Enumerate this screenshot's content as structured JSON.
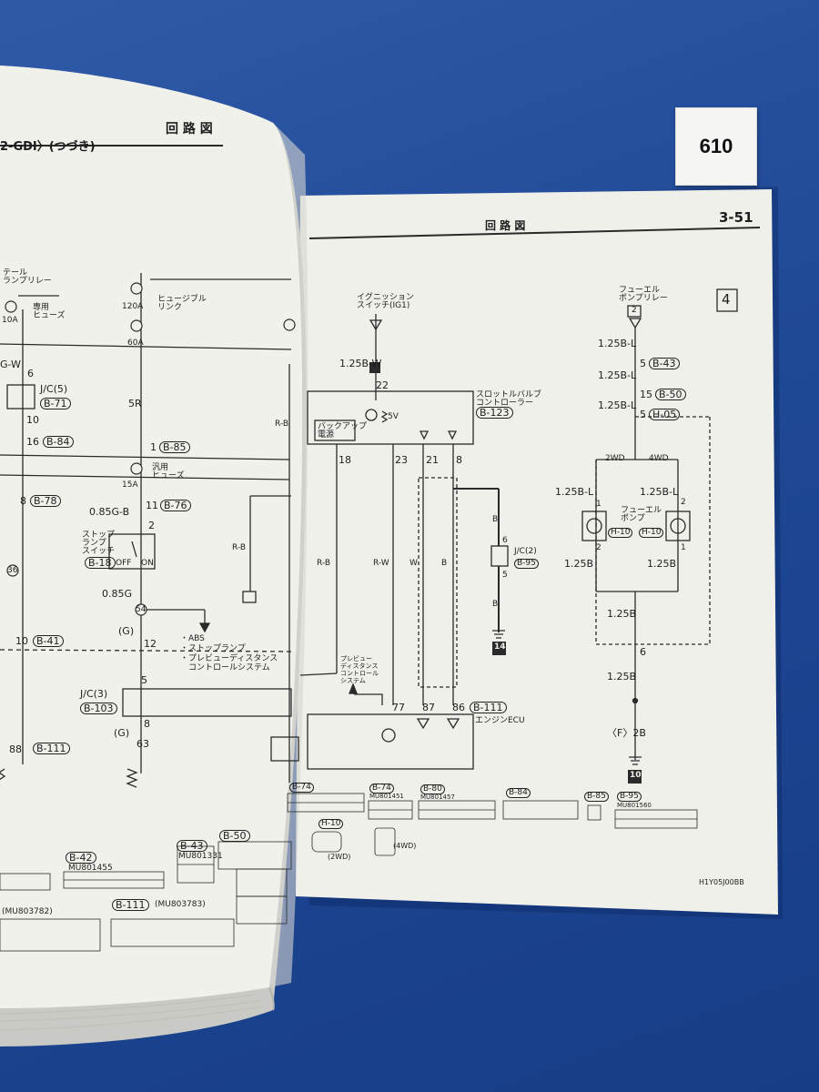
{
  "sticker": {
    "number": "610"
  },
  "left_page": {
    "header_title": "回 路 図",
    "header_sub": "2-GDI〉(つづき)",
    "labels": {
      "tail_relay": "テール\nランプリレー",
      "fuse_dedicated": "専用\nヒューズ",
      "fusible_link": "ヒュージブル\nリンク",
      "general_fuse": "汎用\nヒューズ",
      "stop_switch": "ストップ\nランプ\nスイッチ",
      "amp_120": "120A",
      "amp_60": "60A",
      "amp_15": "15A",
      "amp_10": "10A",
      "wire_5r": "5R",
      "wire_085gb": "0.85G-B",
      "wire_085g": "0.85G",
      "wire_g": "(G)",
      "wire_rb": "R-B",
      "wire_gw": "G-W",
      "jc5": "J/C(5)",
      "jc3": "J/C(3)",
      "b71": "B-71",
      "b84": "B-84",
      "b85": "B-85",
      "b78": "B-78",
      "b76": "B-76",
      "b18": "B-18",
      "b41": "B-41",
      "b103": "B-103",
      "b111": "B-111",
      "b42": "B-42",
      "b43": "B-43",
      "b50": "B-50",
      "mu1": "MU801455",
      "mu2": "MU801331",
      "mu3": "(MU803782)",
      "mu4": "(MU803783)",
      "abs": "・ABS\n・ストップランプ\n・プレビューディスタンス\n　コントロールシステム",
      "off": "OFF",
      "on": "ON",
      "n6": "6",
      "n10": "10",
      "n16": "16",
      "n1": "1",
      "n8": "8",
      "n11": "11",
      "n2": "2",
      "n12": "12",
      "n5": "5",
      "n63": "63",
      "n88": "88",
      "n36": "36",
      "n54": "54"
    }
  },
  "right_page": {
    "header_title": "回 路 図",
    "page_number": "3-51",
    "panel_number": "4",
    "footer_code": "H1Y05J00BB",
    "labels": {
      "ign_switch": "イグニッション\nスイッチ(IG1)",
      "throttle_ctrl": "スロットルバルブ\nコントローラー",
      "backup": "バックアップ\n電源",
      "preview_sys": "プレビュー\nディスタンス\nコントロール\nシステム",
      "engine_ecu": "エンジンECU",
      "fuel_relay": "フューエル\nポンプリレー",
      "fuel_pump": "フューエル\nポンプ",
      "jc2": "J/C(2)",
      "w125bw": "1.25B-W",
      "w125bl": "1.25B-L",
      "w125b": "1.25B",
      "v5": "5V",
      "rb": "R-B",
      "rw": "R-W",
      "w": "W",
      "b": "B",
      "twowd": "2WD",
      "fourwd": "4WD",
      "b123": "B-123",
      "b95": "B-95",
      "b111": "B-111",
      "b43": "B-43",
      "b50": "B-50",
      "h05": "H-05",
      "h10": "H-10",
      "f2b": "〈F〉2B",
      "g10": "10",
      "g14": "14",
      "n22": "22",
      "n18": "18",
      "n23": "23",
      "n21": "21",
      "n8": "8",
      "n6": "6",
      "n5": "5",
      "n15": "15",
      "n2": "2",
      "n1": "1",
      "n77": "77",
      "n87": "87",
      "n86": "86",
      "conn_b74": "B-74",
      "conn_b80": "B-80",
      "conn_b84": "B-84",
      "conn_b85": "B-85",
      "conn_b95": "B-95",
      "conn_h10": "H-10",
      "mu_a": "MU801451",
      "mu_b": "MU801457",
      "mu_c": "MU801560",
      "two_wd_paren": "(2WD)",
      "four_wd_paren": "(4WD)"
    }
  }
}
